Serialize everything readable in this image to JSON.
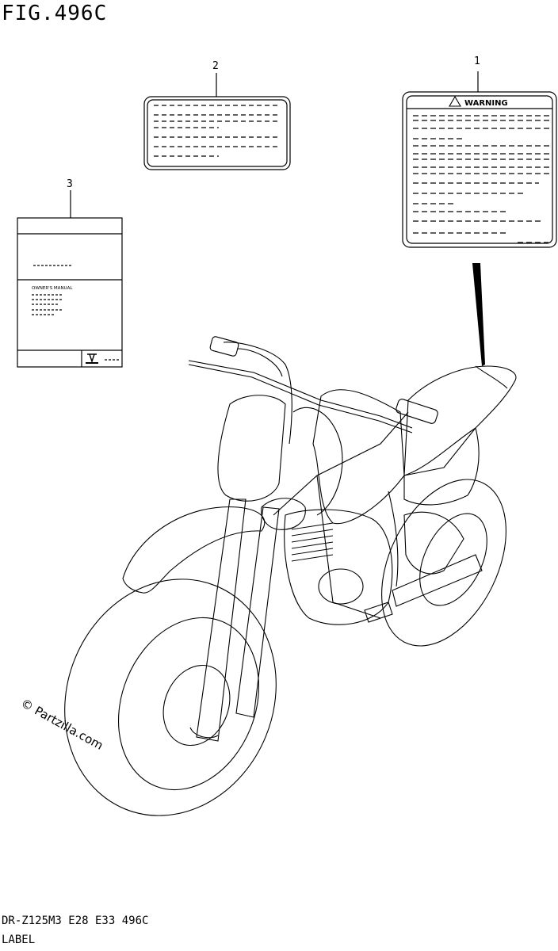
{
  "figure": {
    "title": "FIG.496C"
  },
  "callouts": [
    {
      "number": "1",
      "part": "warning-label"
    },
    {
      "number": "2",
      "part": "info-label"
    },
    {
      "number": "3",
      "part": "owners-manual"
    }
  ],
  "warning_label": {
    "heading": "WARNING"
  },
  "owners_manual": {
    "title_text": "OWNER'S MANUAL"
  },
  "watermark": {
    "text": "© Partzilla.com"
  },
  "footer": {
    "model_line": "DR-Z125M3 E28 E33 496C",
    "section": "LABEL"
  }
}
